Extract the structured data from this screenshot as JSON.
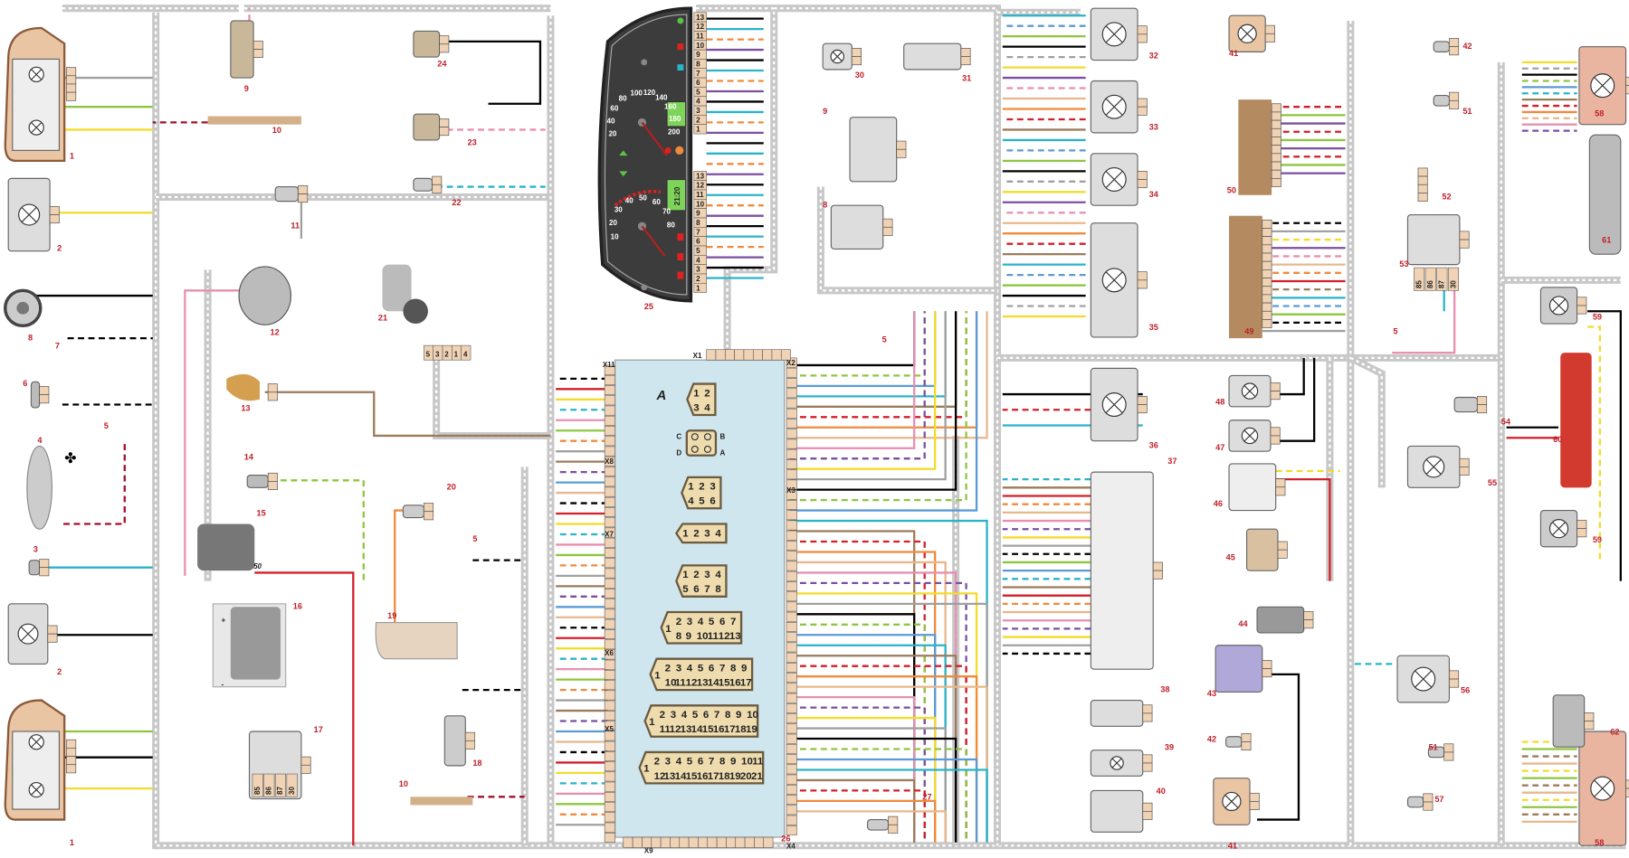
{
  "components": [
    "1",
    "1",
    "2",
    "2",
    "3",
    "4",
    "5",
    "5",
    "5",
    "5",
    "6",
    "7",
    "8",
    "9",
    "9",
    "10",
    "10",
    "11",
    "12",
    "13",
    "14",
    "15",
    "16",
    "17",
    "18",
    "19",
    "20",
    "21",
    "22",
    "23",
    "24",
    "25",
    "26",
    "27",
    "30",
    "31",
    "32",
    "33",
    "34",
    "35",
    "36",
    "37",
    "38",
    "39",
    "40",
    "41",
    "41",
    "42",
    "42",
    "43",
    "44",
    "45",
    "46",
    "47",
    "48",
    "49",
    "50",
    "51",
    "51",
    "52",
    "53",
    "54",
    "55",
    "56",
    "57",
    "58",
    "58",
    "59",
    "59",
    "60",
    "61",
    "62",
    "8"
  ],
  "fuse_box": {
    "label": "A",
    "connectors": [
      "X1",
      "X2",
      "X3",
      "X4",
      "X5",
      "X6",
      "X7",
      "X8",
      "X9",
      "X11"
    ],
    "blocks": [
      {
        "top": [
          "1",
          "2"
        ],
        "bottom": [
          "3",
          "4"
        ]
      },
      {
        "corners": [
          "C",
          "B",
          "D",
          "A"
        ]
      },
      {
        "top": [
          "1",
          "2",
          "3"
        ],
        "bottom": [
          "4",
          "5",
          "6"
        ]
      },
      {
        "top": [
          "1",
          "2",
          "3",
          "4"
        ]
      },
      {
        "top": [
          "1",
          "2",
          "3",
          "4"
        ],
        "bottom": [
          "5",
          "6",
          "7",
          "8"
        ]
      },
      {
        "first": "1",
        "top": [
          "2",
          "3",
          "4",
          "5",
          "6",
          "7"
        ],
        "bottom": [
          "8",
          "9",
          "10",
          "11",
          "12",
          "13"
        ]
      },
      {
        "first": "1",
        "top": [
          "2",
          "3",
          "4",
          "5",
          "6",
          "7",
          "8",
          "9"
        ],
        "bottom": [
          "10",
          "11",
          "12",
          "13",
          "14",
          "15",
          "16",
          "17"
        ]
      },
      {
        "first": "1",
        "top": [
          "2",
          "3",
          "4",
          "5",
          "6",
          "7",
          "8",
          "9",
          "10"
        ],
        "bottom": [
          "11",
          "12",
          "13",
          "14",
          "15",
          "16",
          "17",
          "18",
          "19"
        ]
      },
      {
        "first": "1",
        "top": [
          "2",
          "3",
          "4",
          "5",
          "6",
          "7",
          "8",
          "9",
          "10",
          "11"
        ],
        "bottom": [
          "12",
          "13",
          "14",
          "15",
          "16",
          "17",
          "18",
          "19",
          "20",
          "21"
        ]
      }
    ]
  },
  "cluster": {
    "speedometer_ticks": [
      "20",
      "40",
      "60",
      "80",
      "100",
      "120",
      "140",
      "160",
      "180",
      "200"
    ],
    "tachometer_ticks": [
      "10",
      "20",
      "30",
      "40",
      "50",
      "60",
      "70",
      "80"
    ],
    "clock": "21:20",
    "pins_top": [
      "13",
      "12",
      "11",
      "10",
      "9",
      "8",
      "7",
      "6",
      "5",
      "4",
      "3",
      "2",
      "1"
    ],
    "pins_bottom": [
      "13",
      "12",
      "11",
      "10",
      "9",
      "8",
      "7",
      "6",
      "5",
      "4",
      "3",
      "2",
      "1"
    ]
  },
  "relay_pins": [
    "85",
    "86",
    "87",
    "30"
  ],
  "wiper_connector_pins": [
    "5",
    "3",
    "2",
    "1",
    "4"
  ],
  "starter_terminal": "50",
  "battery": {
    "plus": "+",
    "minus": "-"
  },
  "colors": {
    "component_label": "#c0202a",
    "connector": "#f0d2b4",
    "fuse_box": "#cfe6ef",
    "cluster": "#3c3c3c",
    "harness": "#c8c8c8",
    "wires": [
      "#000000",
      "#d21f2a",
      "#f2dc2b",
      "#2bb3c8",
      "#e88fb0",
      "#8ec63f",
      "#f08a3c",
      "#a0a0a0",
      "#9b7b5b",
      "#7a4fa0",
      "#5a9bd5",
      "#e8b78c"
    ]
  }
}
